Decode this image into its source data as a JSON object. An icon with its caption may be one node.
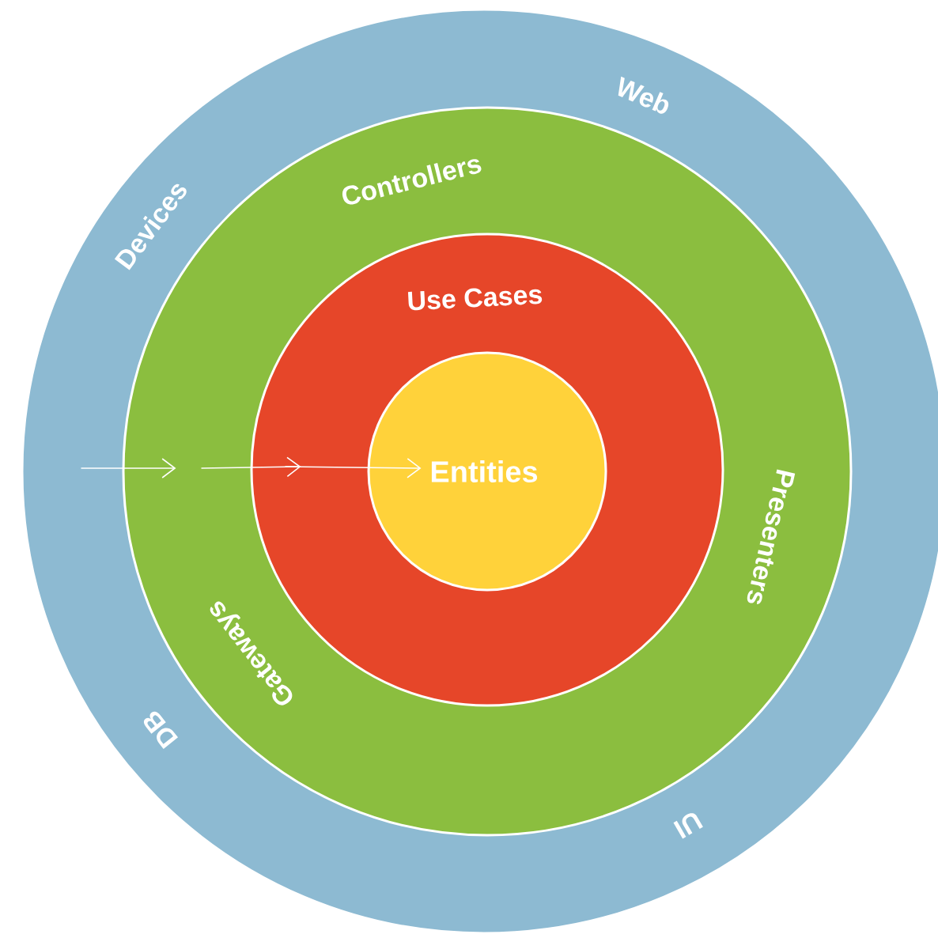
{
  "diagram": {
    "nodes": [
      {
        "text": [
          "Web",
          "Devices",
          "DB",
          "UI"
        ]
      },
      {
        "text": [
          "Controllers",
          "Presenters",
          "Gateways"
        ],
        "in": 0
      },
      {
        "text": [
          "Use Cases"
        ],
        "in": 1
      },
      {
        "text": [
          "Entities"
        ],
        "in": 2
      }
    ],
    "edges": [
      {
        "from": 0,
        "to": 1,
        "arrow": "to"
      },
      {
        "from": 1,
        "to": 2,
        "arrow": "to"
      },
      {
        "from": 2,
        "to": 3,
        "arrow": "to"
      }
    ]
  }
}
